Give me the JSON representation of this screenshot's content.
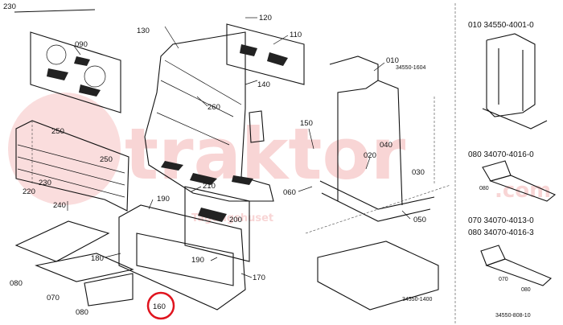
{
  "page_number": "230",
  "callouts": {
    "c120": "120",
    "c110": "110",
    "c130": "130",
    "c090": "090",
    "c140": "140",
    "c010": "010",
    "c260": "260",
    "c250a": "250",
    "c250b": "250",
    "c150": "150",
    "c040": "040",
    "c020": "020",
    "c030": "030",
    "c060": "060",
    "c050": "050",
    "c230": "230",
    "c220": "220",
    "c240": "240",
    "c190a": "190",
    "c210": "210",
    "c200": "200",
    "c180": "180",
    "c190b": "190",
    "c170": "170",
    "c080a": "080",
    "c070": "070",
    "c080b": "080",
    "c160": "160"
  },
  "ref_codes": {
    "r1604": "34550-1604",
    "r1400": "34550-1400"
  },
  "sidebar": {
    "line1": "010  34550-4001-0",
    "line2": "080  34070-4016-0",
    "line3": "070  34070-4013-0",
    "line4": "080  34070-4016-3",
    "footer": "34550-808-10",
    "s080a": "080",
    "s080b": "080",
    "s070": "070"
  },
  "watermark": {
    "main": "traktor",
    "tld": ".com",
    "tagline": "Tagungshuset"
  },
  "colors": {
    "highlight": "#e0141e",
    "watermark": "#f3b3b3",
    "ink": "#111111"
  }
}
